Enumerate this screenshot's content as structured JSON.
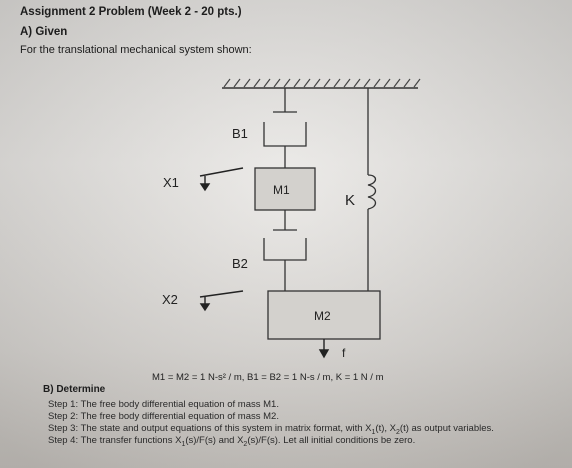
{
  "header": {
    "title": "Assignment 2 Problem (Week 2 - 20 pts.)",
    "section_a": "A) Given",
    "given_text": "For the translational mechanical system shown:"
  },
  "diagram": {
    "labels": {
      "b1": "B1",
      "x1": "X1",
      "m1": "M1",
      "k": "K",
      "b2": "B2",
      "x2": "X2",
      "m2": "M2",
      "f": "f"
    },
    "parameters": "M1 = M2 = 1 N-s² / m, B1 = B2 = 1 N-s / m, K = 1 N / m"
  },
  "section_b": {
    "heading": "B) Determine",
    "step1": "Step 1: The free body differential equation of mass M1.",
    "step2": "Step 2: The free body differential equation of mass M2.",
    "step3_pre": "Step 3: The state and output equations of this system in matrix format, with X",
    "step3_sub1": "1",
    "step3_mid": "(t), X",
    "step3_sub2": "2",
    "step3_post": "(t) as output variables.",
    "step4_pre": "Step 4: The transfer functions X",
    "step4_sub1": "1",
    "step4_mid": "(s)/F(s) and X",
    "step4_sub2": "2",
    "step4_post": "(s)/F(s).  Let all initial conditions be zero."
  }
}
